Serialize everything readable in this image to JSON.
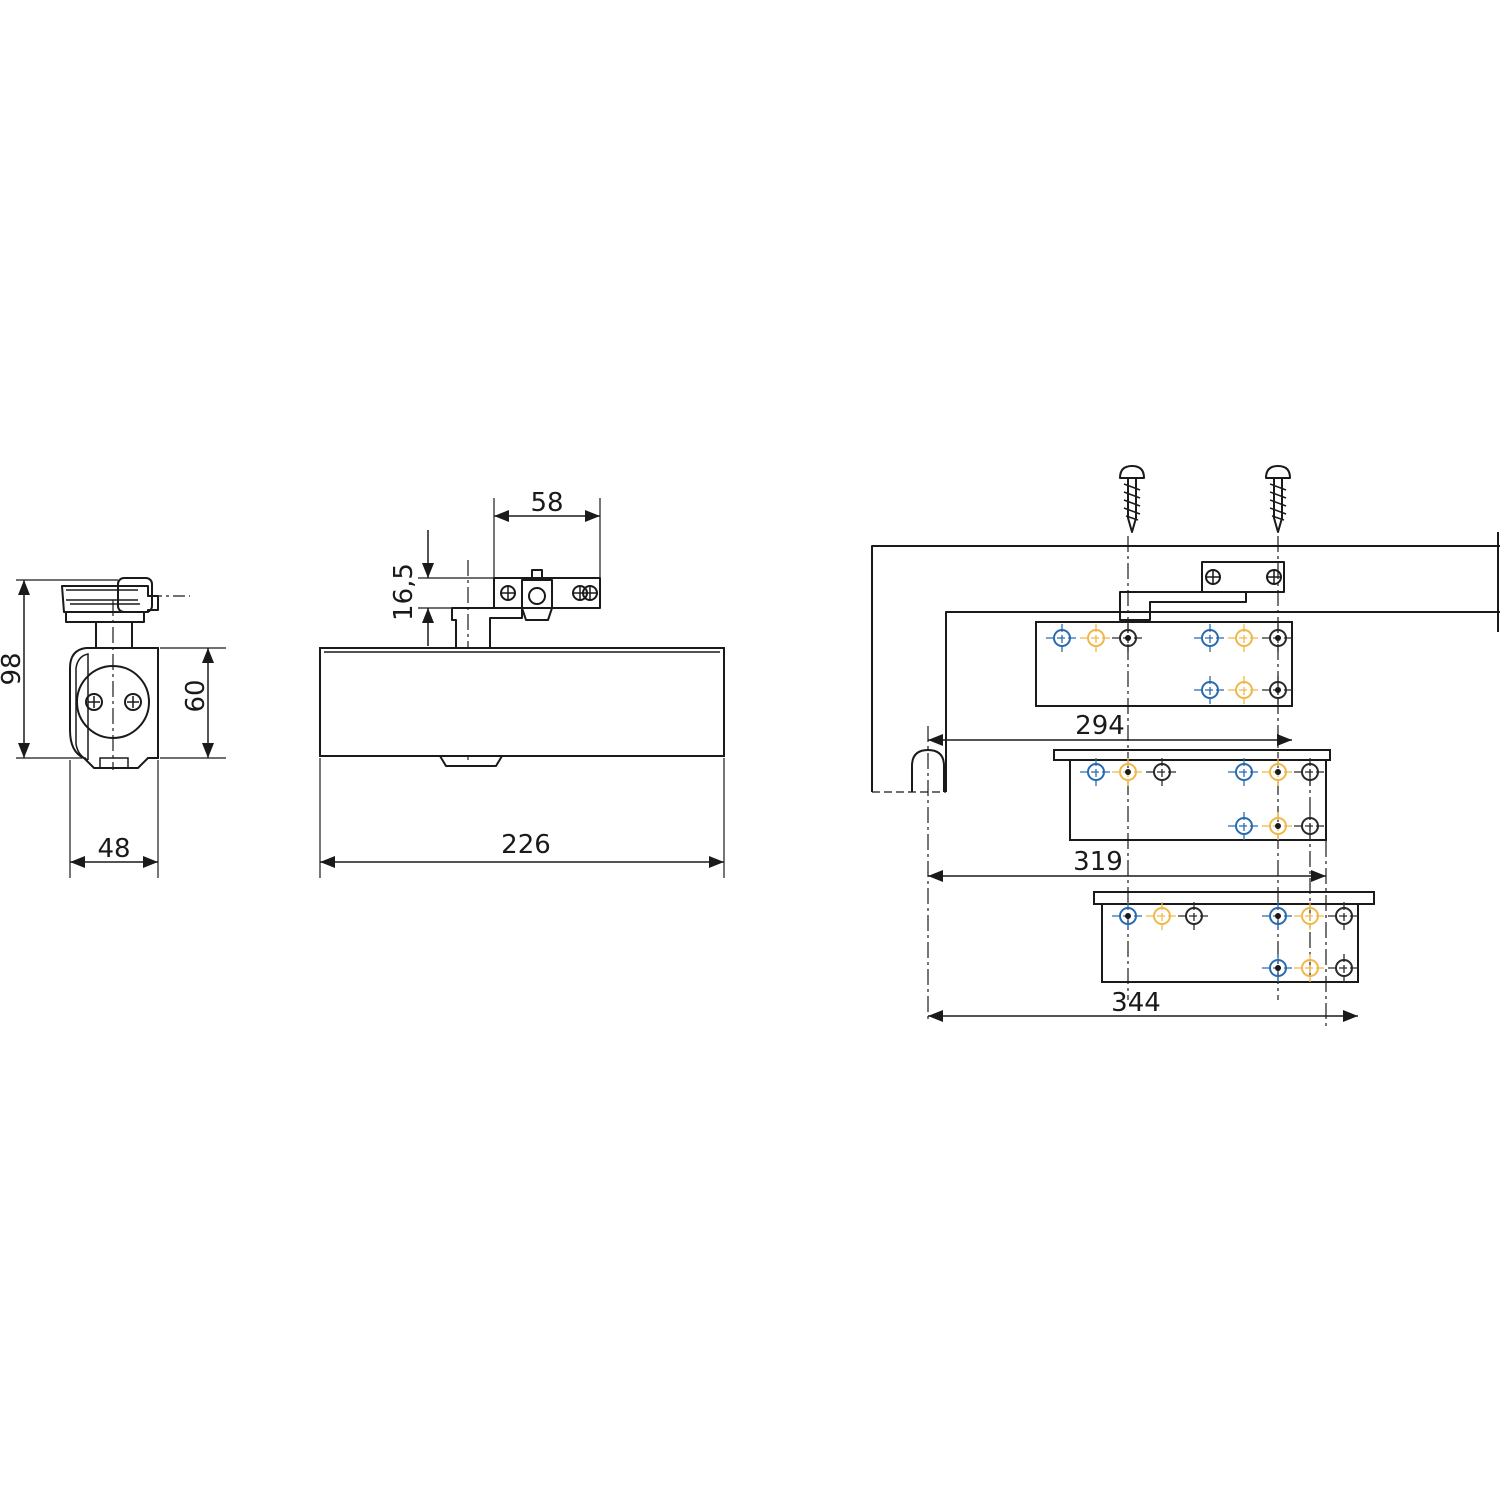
{
  "dimensions": {
    "side_height": "98",
    "side_body_height": "60",
    "side_width": "48",
    "arm_offset": "16,5",
    "arm_shoe_width": "58",
    "body_length": "226",
    "mount_294": "294",
    "mount_319": "319",
    "mount_344": "344"
  },
  "colors": {
    "line": "#1a1a1a",
    "hole_blue": "#2a6bb0",
    "hole_orange": "#f0b84a",
    "hole_black": "#2a2a2a"
  },
  "icons": {
    "screw": "wood-screw-icon",
    "hinge": "door-hinge-icon"
  }
}
